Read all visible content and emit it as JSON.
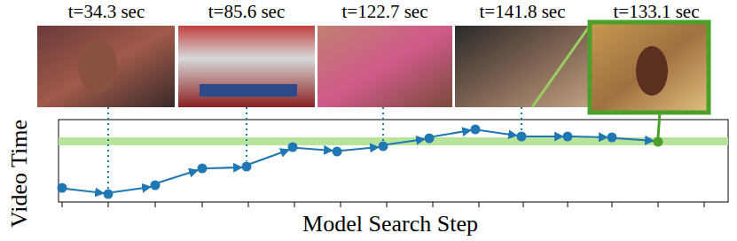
{
  "diagram": {
    "labels": [
      "t=34.3 sec",
      "t=85.6 sec",
      "t=122.7 sec",
      "t=141.8 sec",
      "t=133.1 sec",
      "Video Time",
      "Model Search Step"
    ]
  }
}
